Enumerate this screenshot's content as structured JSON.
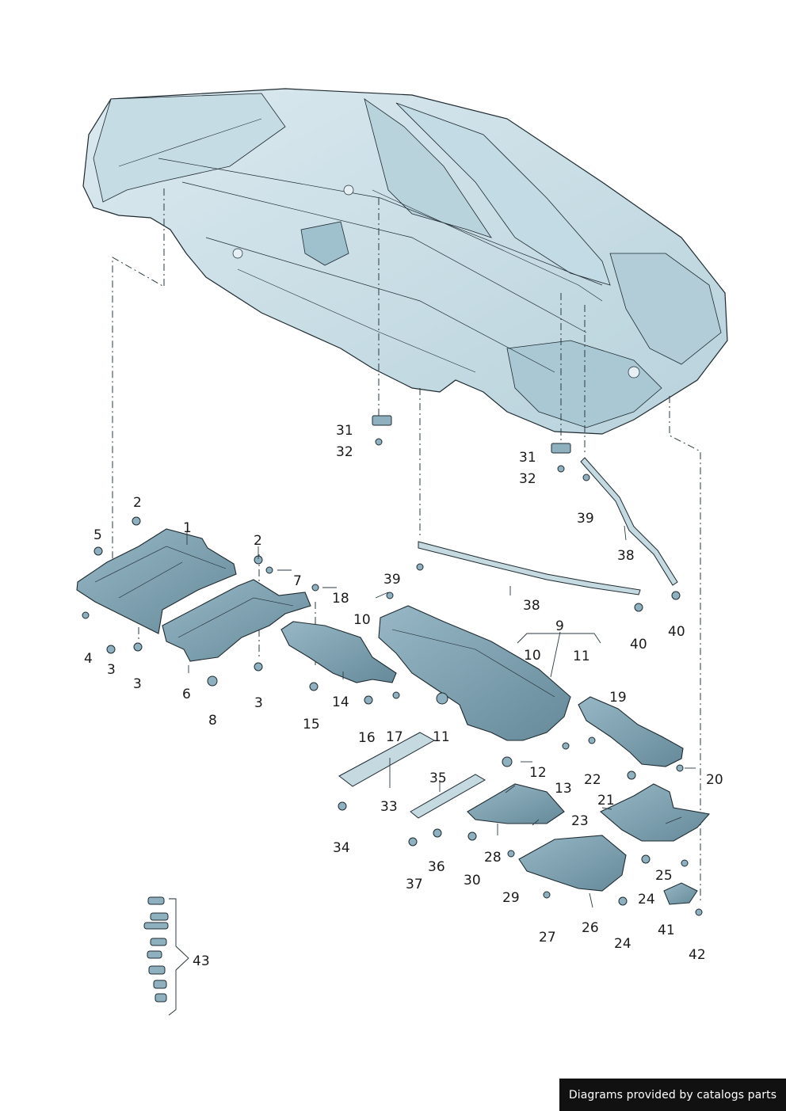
{
  "credit": "Diagrams provided by catalogs parts",
  "colors": {
    "body_fill": "#cfe2ea",
    "body_shade": "#a9c8d4",
    "panel_fill": "#7fa3b3",
    "panel_dark": "#5e8292",
    "outline": "#1e2a30",
    "leader": "#2a3a42"
  },
  "callouts": [
    "1",
    "2",
    "2",
    "3",
    "3",
    "3",
    "4",
    "5",
    "6",
    "7",
    "8",
    "9",
    "10",
    "10",
    "11",
    "11",
    "12",
    "13",
    "14",
    "15",
    "16",
    "17",
    "18",
    "19",
    "20",
    "21",
    "22",
    "23",
    "24",
    "24",
    "25",
    "26",
    "27",
    "28",
    "29",
    "30",
    "31",
    "31",
    "32",
    "32",
    "33",
    "34",
    "35",
    "36",
    "37",
    "38",
    "38",
    "39",
    "39",
    "40",
    "40",
    "41",
    "42",
    "43"
  ],
  "parts": [
    {
      "id": "car-body",
      "icon": "vehicle-underbody"
    },
    {
      "id": "underbody-panel-front",
      "icon": "panel"
    },
    {
      "id": "underbody-panel-center",
      "icon": "panel"
    },
    {
      "id": "side-panel-left",
      "icon": "panel"
    },
    {
      "id": "underbody-panel-rear",
      "icon": "panel"
    },
    {
      "id": "wheelhouse-liner-right",
      "icon": "panel"
    },
    {
      "id": "reinforcement-plate",
      "icon": "plate"
    },
    {
      "id": "strip-bracket",
      "icon": "bracket"
    },
    {
      "id": "cover-small",
      "icon": "panel"
    },
    {
      "id": "cover-heatshield",
      "icon": "panel"
    },
    {
      "id": "cover-rear-right",
      "icon": "panel"
    },
    {
      "id": "cover-small-right",
      "icon": "panel"
    },
    {
      "id": "brace-strut-long",
      "icon": "strut"
    },
    {
      "id": "brace-strut-diagonal",
      "icon": "strut"
    },
    {
      "id": "fastener-set",
      "icon": "screw-kit"
    }
  ]
}
